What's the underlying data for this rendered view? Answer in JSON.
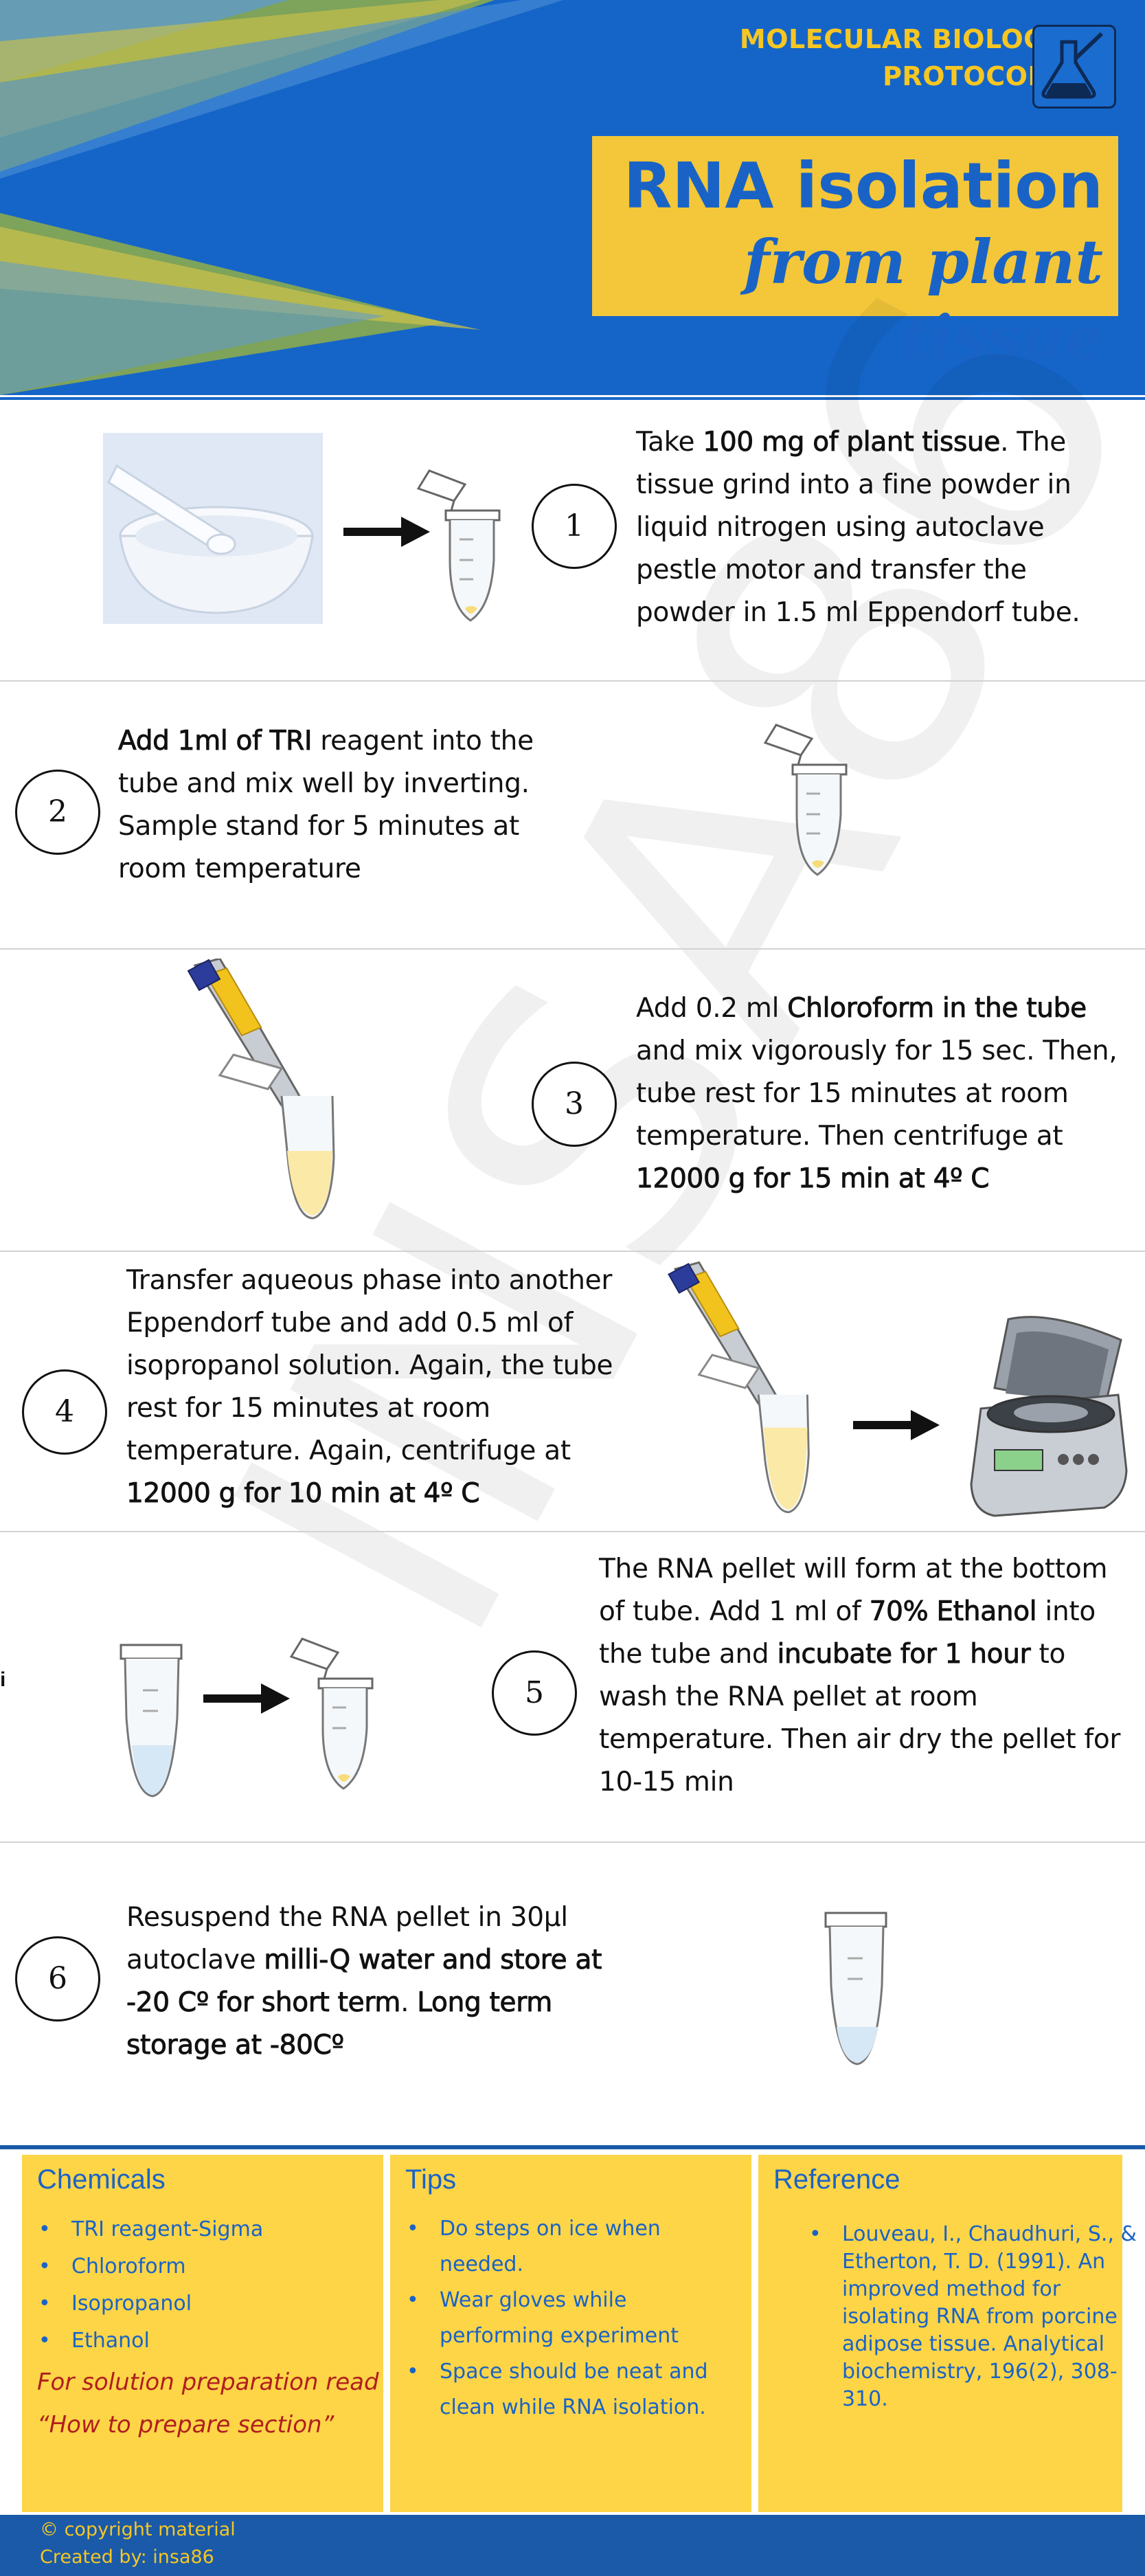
{
  "header": {
    "category_line1": "MOLECULAR BIOLOGY",
    "category_line2": "PROTOCOLS",
    "title": "RNA isolation",
    "subtitle": "from plant tissue",
    "colors": {
      "blue": "#1565c8",
      "yellow": "#f3c739",
      "green": "#7fa45d"
    }
  },
  "steps": [
    {
      "number": "1",
      "segments": [
        {
          "text": "Take ",
          "bold": false
        },
        {
          "text": "100 mg of plant tissue",
          "bold": true
        },
        {
          "text": ". The tissue grind into a fine powder in liquid nitrogen using autoclave pestle motor and transfer the powder in 1.5 ml Eppendorf tube.",
          "bold": false
        }
      ]
    },
    {
      "number": "2",
      "segments": [
        {
          "text": "Add 1ml of TRI",
          "bold": true
        },
        {
          "text": " reagent into the tube and mix well by inverting. Sample stand for 5 minutes at room temperature",
          "bold": false
        }
      ]
    },
    {
      "number": "3",
      "segments": [
        {
          "text": "Add 0.2 ml ",
          "bold": false
        },
        {
          "text": "Chloroform in the tube",
          "bold": true
        },
        {
          "text": " and mix vigorously for 15 sec. Then, tube rest for 15 minutes at room temperature. Then centrifuge at ",
          "bold": false
        },
        {
          "text": "12000 g for 15 min at 4º C",
          "bold": true
        }
      ]
    },
    {
      "number": "4",
      "segments": [
        {
          "text": "Transfer aqueous phase into another Eppendorf tube and add 0.5 ml of isopropanol solution. Again, the tube rest for 15 minutes at room temperature. Again, centrifuge at ",
          "bold": false
        },
        {
          "text": "12000 g for 10 min at 4º C",
          "bold": true
        }
      ]
    },
    {
      "number": "5",
      "segments": [
        {
          "text": "The RNA pellet will form at the bottom of tube. Add 1 ml of ",
          "bold": false
        },
        {
          "text": "70% Ethanol",
          "bold": true
        },
        {
          "text": " into the tube and ",
          "bold": false
        },
        {
          "text": "incubate for 1 hour",
          "bold": true
        },
        {
          "text": " to wash the RNA pellet at room temperature. Then air dry the pellet for 10-15 min",
          "bold": false
        }
      ]
    },
    {
      "number": "6",
      "segments": [
        {
          "text": "Resuspend the RNA pellet in 30µl autoclave ",
          "bold": false
        },
        {
          "text": "milli-Q water and store at -20 Cº for short term",
          "bold": true
        },
        {
          "text": ". ",
          "bold": false
        },
        {
          "text": "Long term storage at -80Cº",
          "bold": true
        }
      ]
    }
  ],
  "stray_mark": "i",
  "watermark": "INSA86",
  "footer": {
    "chemicals": {
      "title": "Chemicals",
      "items": [
        "TRI reagent-Sigma",
        "Chloroform",
        "Isopropanol",
        "Ethanol"
      ],
      "note_line1": "For solution preparation read",
      "note_line2": "“How to prepare section”"
    },
    "tips": {
      "title": "Tips",
      "items": [
        "Do steps on ice when needed.",
        "Wear gloves while performing experiment",
        "Space should be neat and clean while RNA isolation."
      ]
    },
    "reference": {
      "title": "Reference",
      "items": [
        "Louveau, I., Chaudhuri, S., & Etherton, T. D. (1991). An improved method for isolating RNA from porcine adipose tissue. Analytical biochemistry, 196(2), 308-310."
      ]
    },
    "copyright": "© copyright material",
    "created_by": "Created by: insa86"
  }
}
